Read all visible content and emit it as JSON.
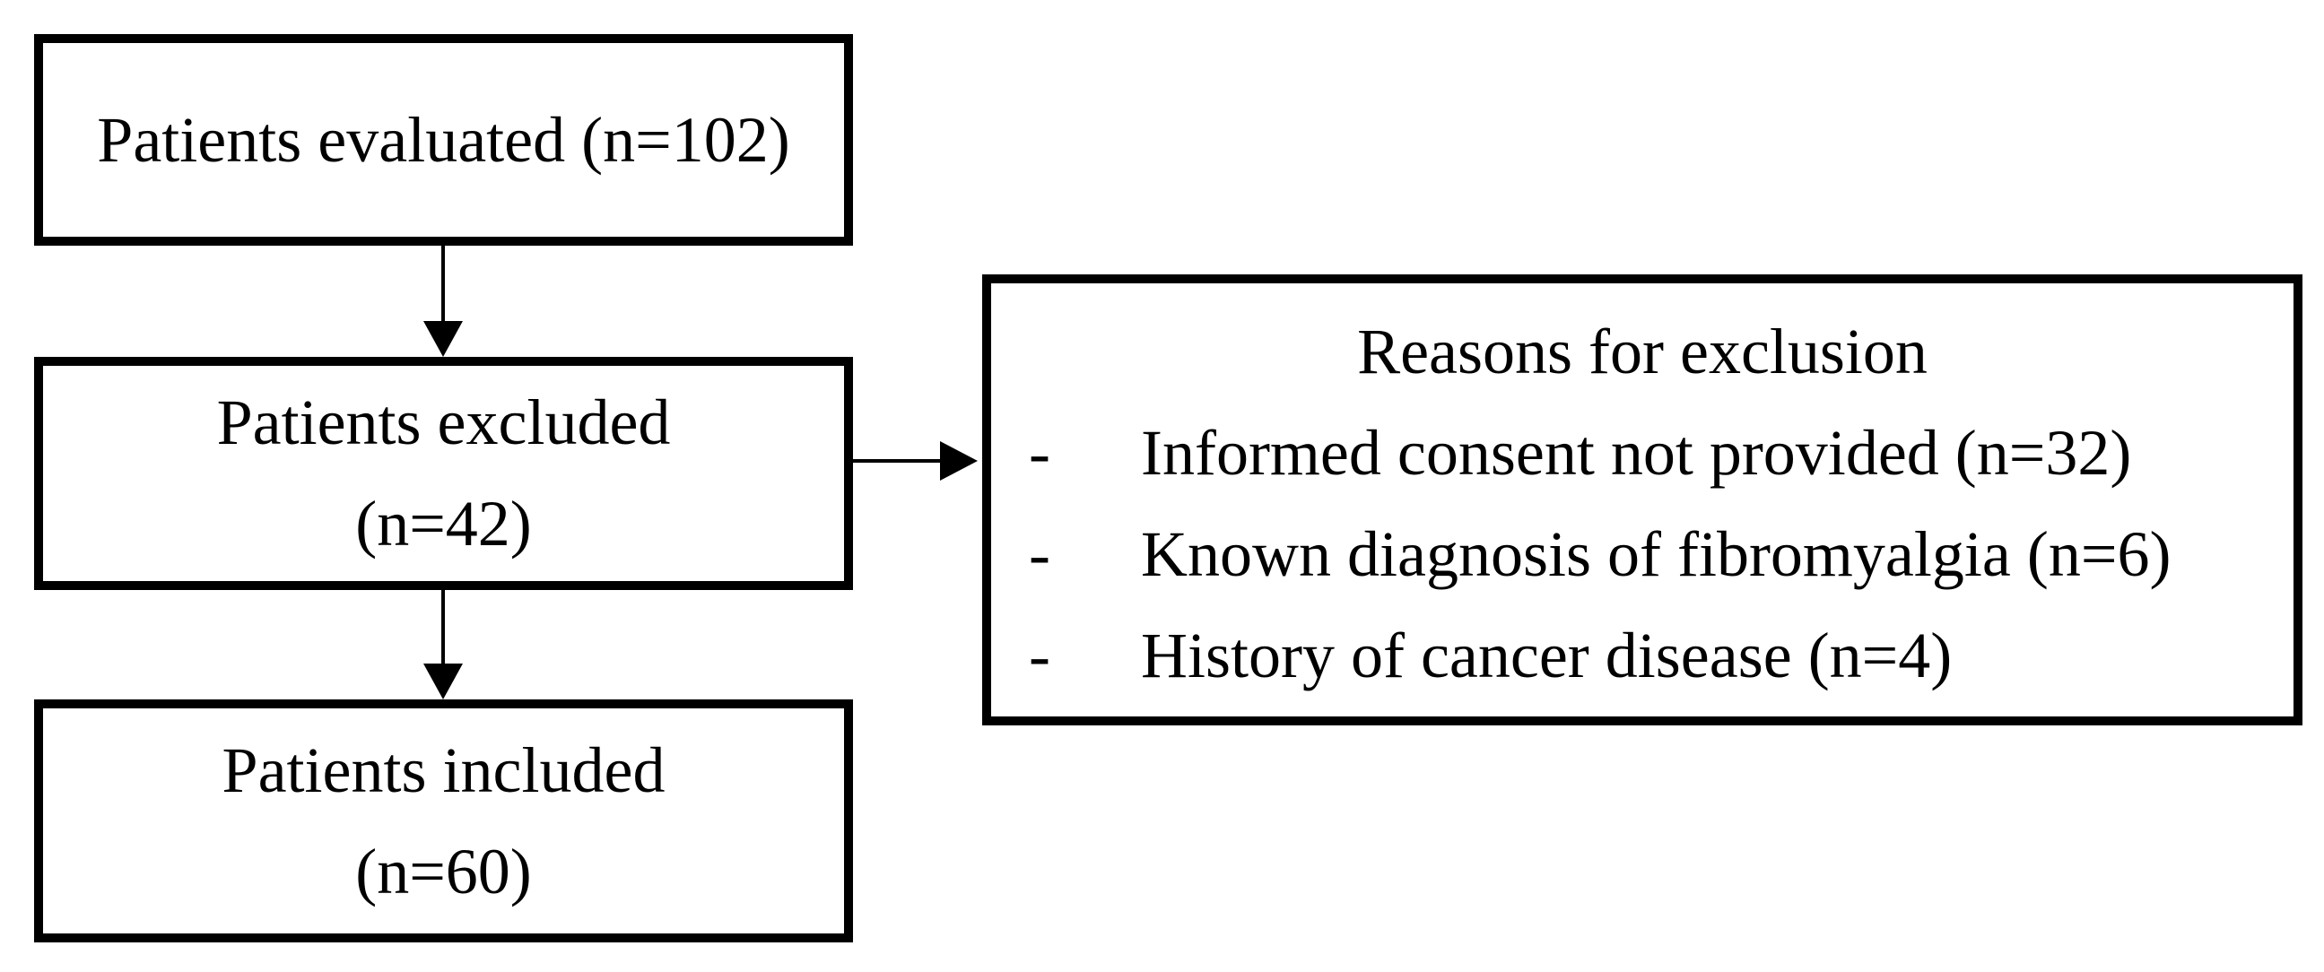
{
  "diagram": {
    "colors": {
      "border": "#000000",
      "text": "#000000",
      "background": "#ffffff"
    },
    "boxes": {
      "evaluated": {
        "label": "Patients evaluated (n=102)"
      },
      "excluded": {
        "line1": "Patients excluded",
        "line2": "(n=42)"
      },
      "included": {
        "line1": "Patients included",
        "line2": "(n=60)"
      },
      "reasons": {
        "title": "Reasons for exclusion",
        "items": [
          {
            "marker": "-",
            "text": "Informed consent not provided (n=32)"
          },
          {
            "marker": "-",
            "text": "Known diagnosis of fibromyalgia (n=6)"
          },
          {
            "marker": "-",
            "text": "History of cancer disease (n=4)"
          }
        ]
      }
    }
  }
}
